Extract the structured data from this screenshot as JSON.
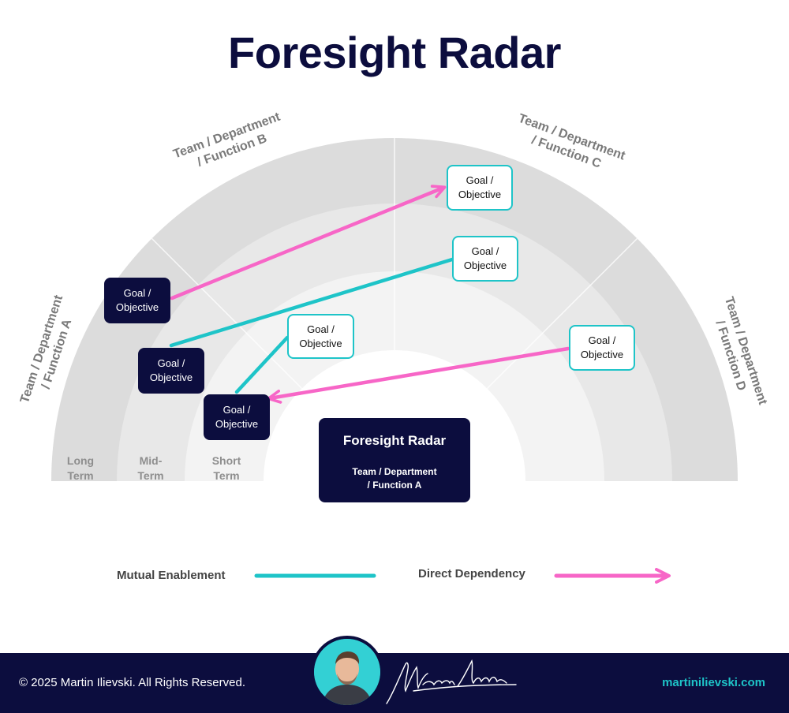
{
  "title": "Foresight Radar",
  "segments": {
    "function_a": [
      "Team / Department",
      "/ Function A"
    ],
    "function_b": [
      "Team / Department",
      "/ Function B"
    ],
    "function_c": [
      "Team / Department",
      "/ Function C"
    ],
    "function_d": [
      "Team / Department",
      "/ Function D"
    ]
  },
  "rings": {
    "long": [
      "Long",
      "Term"
    ],
    "mid": [
      "Mid-",
      "Term"
    ],
    "short": [
      "Short",
      "Term"
    ]
  },
  "goals": [
    {
      "id": "a-long",
      "line1": "Goal /",
      "line2": "Objective",
      "style": "dark"
    },
    {
      "id": "a-mid",
      "line1": "Goal /",
      "line2": "Objective",
      "style": "dark"
    },
    {
      "id": "a-short",
      "line1": "Goal /",
      "line2": "Objective",
      "style": "dark"
    },
    {
      "id": "b-short",
      "line1": "Goal /",
      "line2": "Objective",
      "style": "light"
    },
    {
      "id": "c-long",
      "line1": "Goal /",
      "line2": "Objective",
      "style": "light"
    },
    {
      "id": "c-mid",
      "line1": "Goal /",
      "line2": "Objective",
      "style": "light"
    },
    {
      "id": "d-mid",
      "line1": "Goal /",
      "line2": "Objective",
      "style": "light"
    }
  ],
  "connections": [
    {
      "from": "a-long",
      "to": "c-long",
      "type": "direct-dependency"
    },
    {
      "from": "a-mid",
      "to": "c-mid",
      "type": "mutual-enablement"
    },
    {
      "from": "a-short",
      "to": "b-short",
      "type": "mutual-enablement"
    },
    {
      "from": "d-mid",
      "to": "a-short",
      "type": "direct-dependency"
    }
  ],
  "center": {
    "title": "Foresight Radar",
    "subtitle": [
      "Team / Department",
      "/ Function A"
    ]
  },
  "legend": {
    "mutual": "Mutual Enablement",
    "direct": "Direct Dependency"
  },
  "colors": {
    "navy": "#0c0d3e",
    "teal": "#1ec4c8",
    "pink": "#f766c7",
    "ring_outer": "#dcdcdc",
    "ring_mid": "#e8e8e8",
    "ring_inner": "#f3f3f3"
  },
  "footer": {
    "copyright": "© 2025 Martin Ilievski. All Rights Reserved.",
    "website": "martinilievski.com",
    "avatar_icon": "person-portrait-icon",
    "signature_icon": "handwritten-signature-icon"
  }
}
